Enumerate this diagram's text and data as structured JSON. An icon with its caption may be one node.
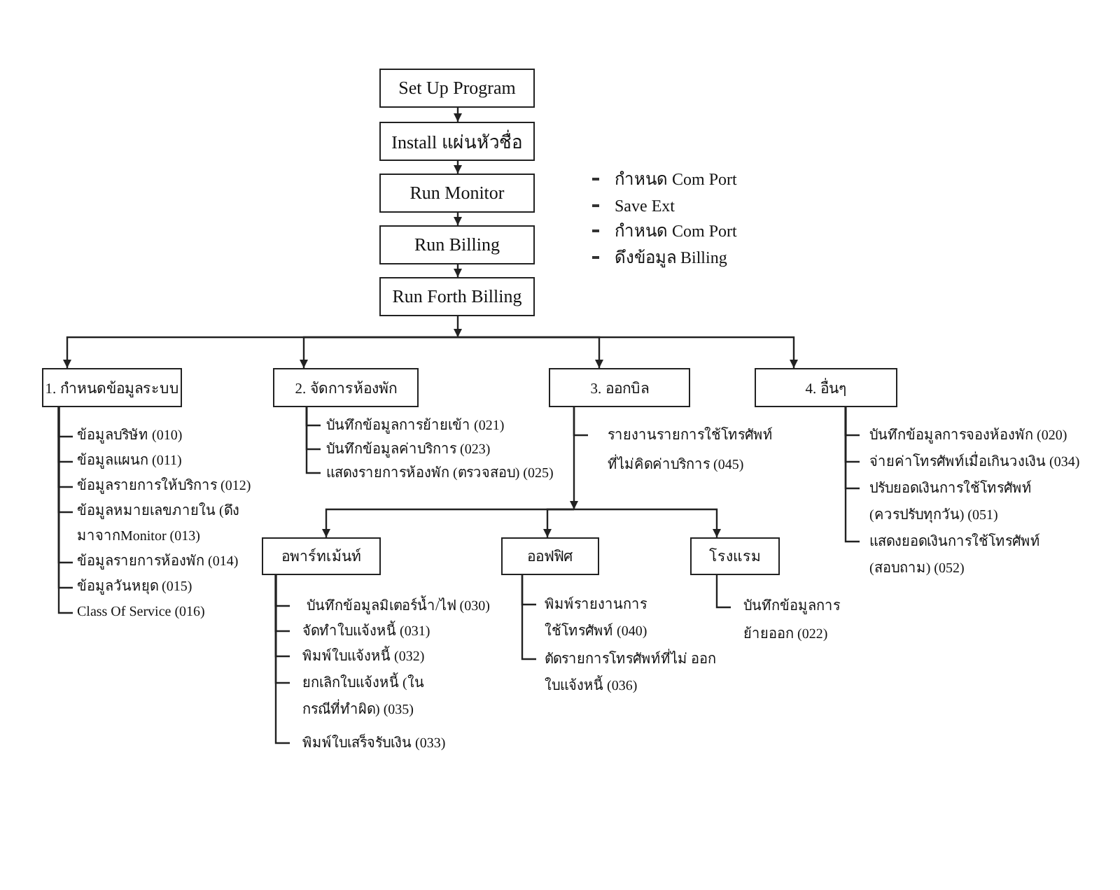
{
  "diagram": {
    "nodes": [
      {
        "text": [
          "Set Up Program"
        ]
      },
      {
        "text": [
          "Install แผ่นหัวชื่อ"
        ]
      },
      {
        "text": [
          "Run Monitor"
        ]
      },
      {
        "text": [
          "Run Billing"
        ]
      },
      {
        "text": [
          "Run Forth Billing"
        ]
      },
      {
        "text": [
          "1. กำหนดข้อมูลระบบ"
        ]
      },
      {
        "text": [
          "2. จัดการห้องพัก"
        ]
      },
      {
        "text": [
          "3. ออกบิล"
        ]
      },
      {
        "text": [
          "4. อื่นๆ"
        ]
      },
      {
        "text": [
          "อพาร์ทเม้นท์"
        ]
      },
      {
        "text": [
          "ออฟฟิศ"
        ]
      },
      {
        "text": [
          "โรงแรม"
        ]
      },
      {
        "text": [
          "ข้อมูลบริษัท (010)"
        ]
      },
      {
        "text": [
          "ข้อมูลแผนก (011)"
        ]
      },
      {
        "text": [
          "ข้อมูลรายการให้บริการ (012)"
        ]
      },
      {
        "text": [
          "ข้อมูลหมายเลขภายใน (ดึงมาจากMonitor (013)"
        ]
      },
      {
        "text": [
          "ข้อมูลรายการห้องพัก (014)"
        ]
      },
      {
        "text": [
          "ข้อมูลวันหยุด (015)"
        ]
      },
      {
        "text": [
          "Class Of Service (016)"
        ]
      },
      {
        "text": [
          "บันทึกข้อมูลการย้ายเข้า (021)"
        ]
      },
      {
        "text": [
          "บันทึกข้อมูลค่าบริการ (023)"
        ]
      },
      {
        "text": [
          "แสดงรายการห้องพัก (ตรวจสอบ) (025)"
        ]
      },
      {
        "text": [
          "รายงานรายการใช้โทรศัพท์ที่ไม่คิดค่าบริการ (045)"
        ]
      },
      {
        "text": [
          "บันทึกข้อมูลการจองห้องพัก (020)"
        ]
      },
      {
        "text": [
          "จ่ายค่าโทรศัพท์เมื่อเกินวงเงิน (034)"
        ]
      },
      {
        "text": [
          "ปรับยอดเงินการใช้โทรศัพท์ (ควรปรับทุกวัน) (051)"
        ]
      },
      {
        "text": [
          "แสดงยอดเงินการใช้โทรศัพท์ (สอบถาม) (052)"
        ]
      },
      {
        "text": [
          "บันทึกข้อมูลมิเตอร์น้ำ/ไฟ (030)"
        ]
      },
      {
        "text": [
          "จัดทำใบแจ้งหนี้ (031)"
        ]
      },
      {
        "text": [
          "พิมพ์ใบแจ้งหนี้ (032)"
        ]
      },
      {
        "text": [
          "ยกเลิกใบแจ้งหนี้ (ในกรณีที่ทำผิด) (035)"
        ]
      },
      {
        "text": [
          "พิมพ์ใบเสร็จรับเงิน (033)"
        ]
      },
      {
        "text": [
          "พิมพ์รายงานการใช้โทรศัพท์ (040)"
        ]
      },
      {
        "text": [
          "ตัดรายการโทรศัพท์ที่ไม่ ออกใบแจ้งหนี้ (036)"
        ]
      },
      {
        "text": [
          "บันทึกข้อมูลการย้ายออก (022)"
        ]
      }
    ],
    "edges": [
      {
        "from": 0,
        "to": 1,
        "arrow": "to"
      },
      {
        "from": 1,
        "to": 2,
        "arrow": "to"
      },
      {
        "from": 2,
        "to": 3,
        "arrow": "to"
      },
      {
        "from": 3,
        "to": 4,
        "arrow": "to"
      },
      {
        "from": 4,
        "to": 5,
        "arrow": "to"
      },
      {
        "from": 4,
        "to": 6,
        "arrow": "to"
      },
      {
        "from": 4,
        "to": 7,
        "arrow": "to"
      },
      {
        "from": 4,
        "to": 8,
        "arrow": "to"
      },
      {
        "from": 5,
        "to": 12,
        "arrow": "none"
      },
      {
        "from": 5,
        "to": 13,
        "arrow": "none"
      },
      {
        "from": 5,
        "to": 14,
        "arrow": "none"
      },
      {
        "from": 5,
        "to": 15,
        "arrow": "none"
      },
      {
        "from": 5,
        "to": 16,
        "arrow": "none"
      },
      {
        "from": 5,
        "to": 17,
        "arrow": "none"
      },
      {
        "from": 5,
        "to": 18,
        "arrow": "none"
      },
      {
        "from": 6,
        "to": 19,
        "arrow": "none"
      },
      {
        "from": 6,
        "to": 20,
        "arrow": "none"
      },
      {
        "from": 6,
        "to": 21,
        "arrow": "none"
      },
      {
        "from": 7,
        "to": 22,
        "arrow": "none"
      },
      {
        "from": 7,
        "to": 9,
        "arrow": "to"
      },
      {
        "from": 7,
        "to": 10,
        "arrow": "to"
      },
      {
        "from": 7,
        "to": 11,
        "arrow": "to"
      },
      {
        "from": 8,
        "to": 23,
        "arrow": "none"
      },
      {
        "from": 8,
        "to": 24,
        "arrow": "none"
      },
      {
        "from": 8,
        "to": 25,
        "arrow": "none"
      },
      {
        "from": 8,
        "to": 26,
        "arrow": "none"
      },
      {
        "from": 9,
        "to": 27,
        "arrow": "none"
      },
      {
        "from": 9,
        "to": 28,
        "arrow": "none"
      },
      {
        "from": 9,
        "to": 29,
        "arrow": "none"
      },
      {
        "from": 9,
        "to": 30,
        "arrow": "none"
      },
      {
        "from": 9,
        "to": 31,
        "arrow": "none"
      },
      {
        "from": 10,
        "to": 32,
        "arrow": "none"
      },
      {
        "from": 10,
        "to": 33,
        "arrow": "none"
      },
      {
        "from": 11,
        "to": 34,
        "arrow": "none"
      }
    ],
    "labels": [
      "กำหนด Com Port",
      "Save Ext",
      "กำหนด Com Port",
      "ดึงข้อมูล Billing"
    ]
  }
}
